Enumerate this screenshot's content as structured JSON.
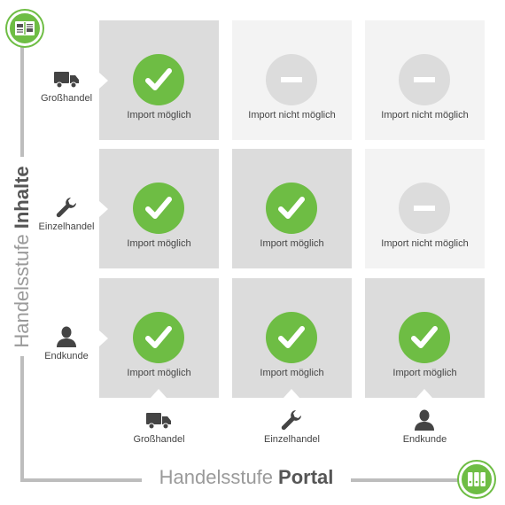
{
  "axis_x": {
    "title_light": "Handelsstufe",
    "title_bold": "Portal",
    "icon": "binders-icon"
  },
  "axis_y": {
    "title_light": "Handelsstufe",
    "title_bold": "Inhalte",
    "icon": "catalog-icon"
  },
  "rows": [
    {
      "label": "Großhandel",
      "icon": "truck-icon"
    },
    {
      "label": "Einzelhandel",
      "icon": "wrench-icon"
    },
    {
      "label": "Endkunde",
      "icon": "person-icon"
    }
  ],
  "columns": [
    {
      "label": "Großhandel",
      "icon": "truck-icon"
    },
    {
      "label": "Einzelhandel",
      "icon": "wrench-icon"
    },
    {
      "label": "Endkunde",
      "icon": "person-icon"
    }
  ],
  "cells": [
    [
      {
        "status": "possible",
        "text": "Import möglich"
      },
      {
        "status": "not_possible",
        "text": "Import nicht möglich"
      },
      {
        "status": "not_possible",
        "text": "Import nicht möglich"
      }
    ],
    [
      {
        "status": "possible",
        "text": "Import möglich"
      },
      {
        "status": "possible",
        "text": "Import möglich"
      },
      {
        "status": "not_possible",
        "text": "Import nicht möglich"
      }
    ],
    [
      {
        "status": "possible",
        "text": "Import möglich"
      },
      {
        "status": "possible",
        "text": "Import möglich"
      },
      {
        "status": "possible",
        "text": "Import möglich"
      }
    ]
  ],
  "colors": {
    "accent_green": "#6ebd44",
    "cell_dark": "#dcdcdc",
    "cell_light": "#f3f3f3",
    "axis_gray": "#bdbdbd"
  }
}
